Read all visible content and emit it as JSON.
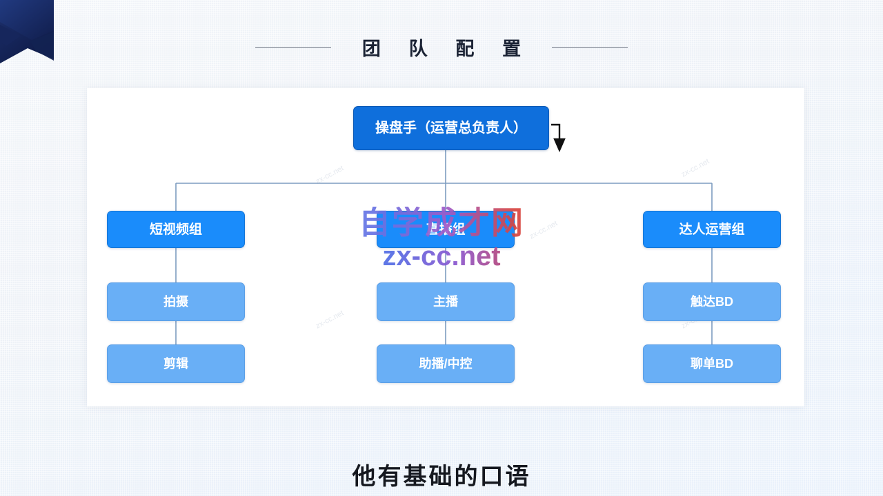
{
  "slide": {
    "title": "团 队 配 置",
    "subtitle_caption": "他有基础的口语",
    "background_color": "#eef2f7",
    "card_color": "#ffffff",
    "ribbon_color": "#1b2f6e"
  },
  "colors": {
    "root_node": "#0f6fdc",
    "level2_node": "#1a8cfb",
    "level3_node": "#69aff6",
    "connector": "#7d9cc0",
    "title_text": "#1a2234"
  },
  "org_chart": {
    "root": {
      "label": "操盘手（运营总负责人）",
      "level": 1
    },
    "branches": [
      {
        "group_label": "短视频组",
        "children": [
          {
            "label": "拍摄"
          },
          {
            "label": "剪辑"
          }
        ]
      },
      {
        "group_label": "直播组",
        "children": [
          {
            "label": "主播"
          },
          {
            "label": "助播/中控"
          }
        ]
      },
      {
        "group_label": "达人运营组",
        "children": [
          {
            "label": "触达BD"
          },
          {
            "label": "聊单BD"
          }
        ]
      }
    ]
  },
  "watermark": {
    "chinese": "自学成才网",
    "domain": "zx-cc.net",
    "tile_text": "zx-cc.net"
  },
  "cursor": {
    "icon": "down-arrow-cursor"
  }
}
